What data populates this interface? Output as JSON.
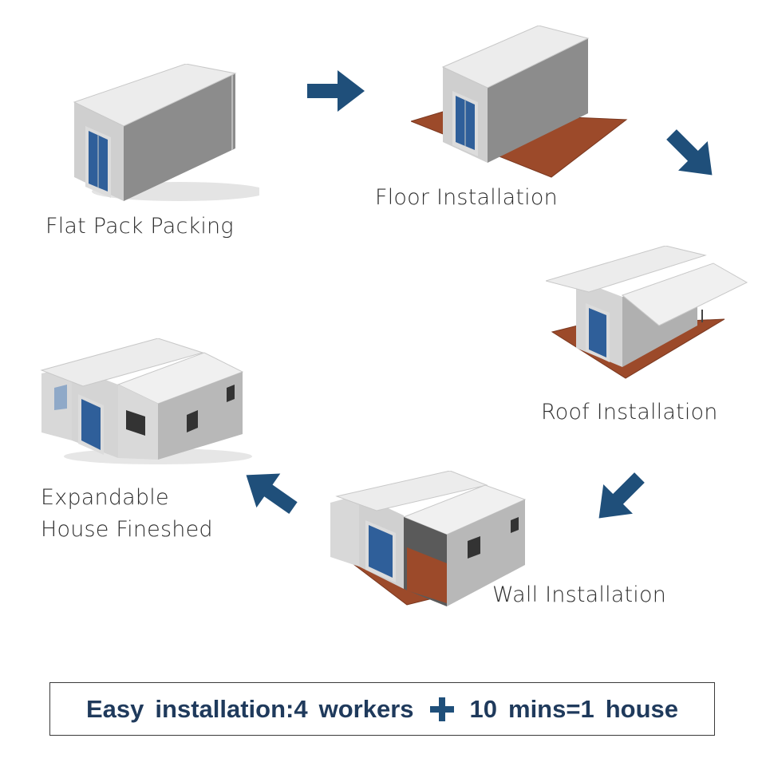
{
  "steps": [
    {
      "label": "Flat Pack Packing"
    },
    {
      "label": "Floor Installation"
    },
    {
      "label": "Roof Installation"
    },
    {
      "label": "Wall Installation"
    },
    {
      "label_line1": "Expandable",
      "label_line2": "House Fineshed"
    }
  ],
  "banner": {
    "part1": "Easy",
    "part2": "installation:4",
    "part3": "workers",
    "part4": "10",
    "part5": "mins=1",
    "part6": "house"
  },
  "colors": {
    "arrow": "#1f4f7a",
    "floor": "#9c4a2a",
    "wall": "#9a9a9a",
    "roof": "#e6e6e6",
    "door_glass": "#2f5f9a",
    "banner_text": "#1f3a5c"
  }
}
